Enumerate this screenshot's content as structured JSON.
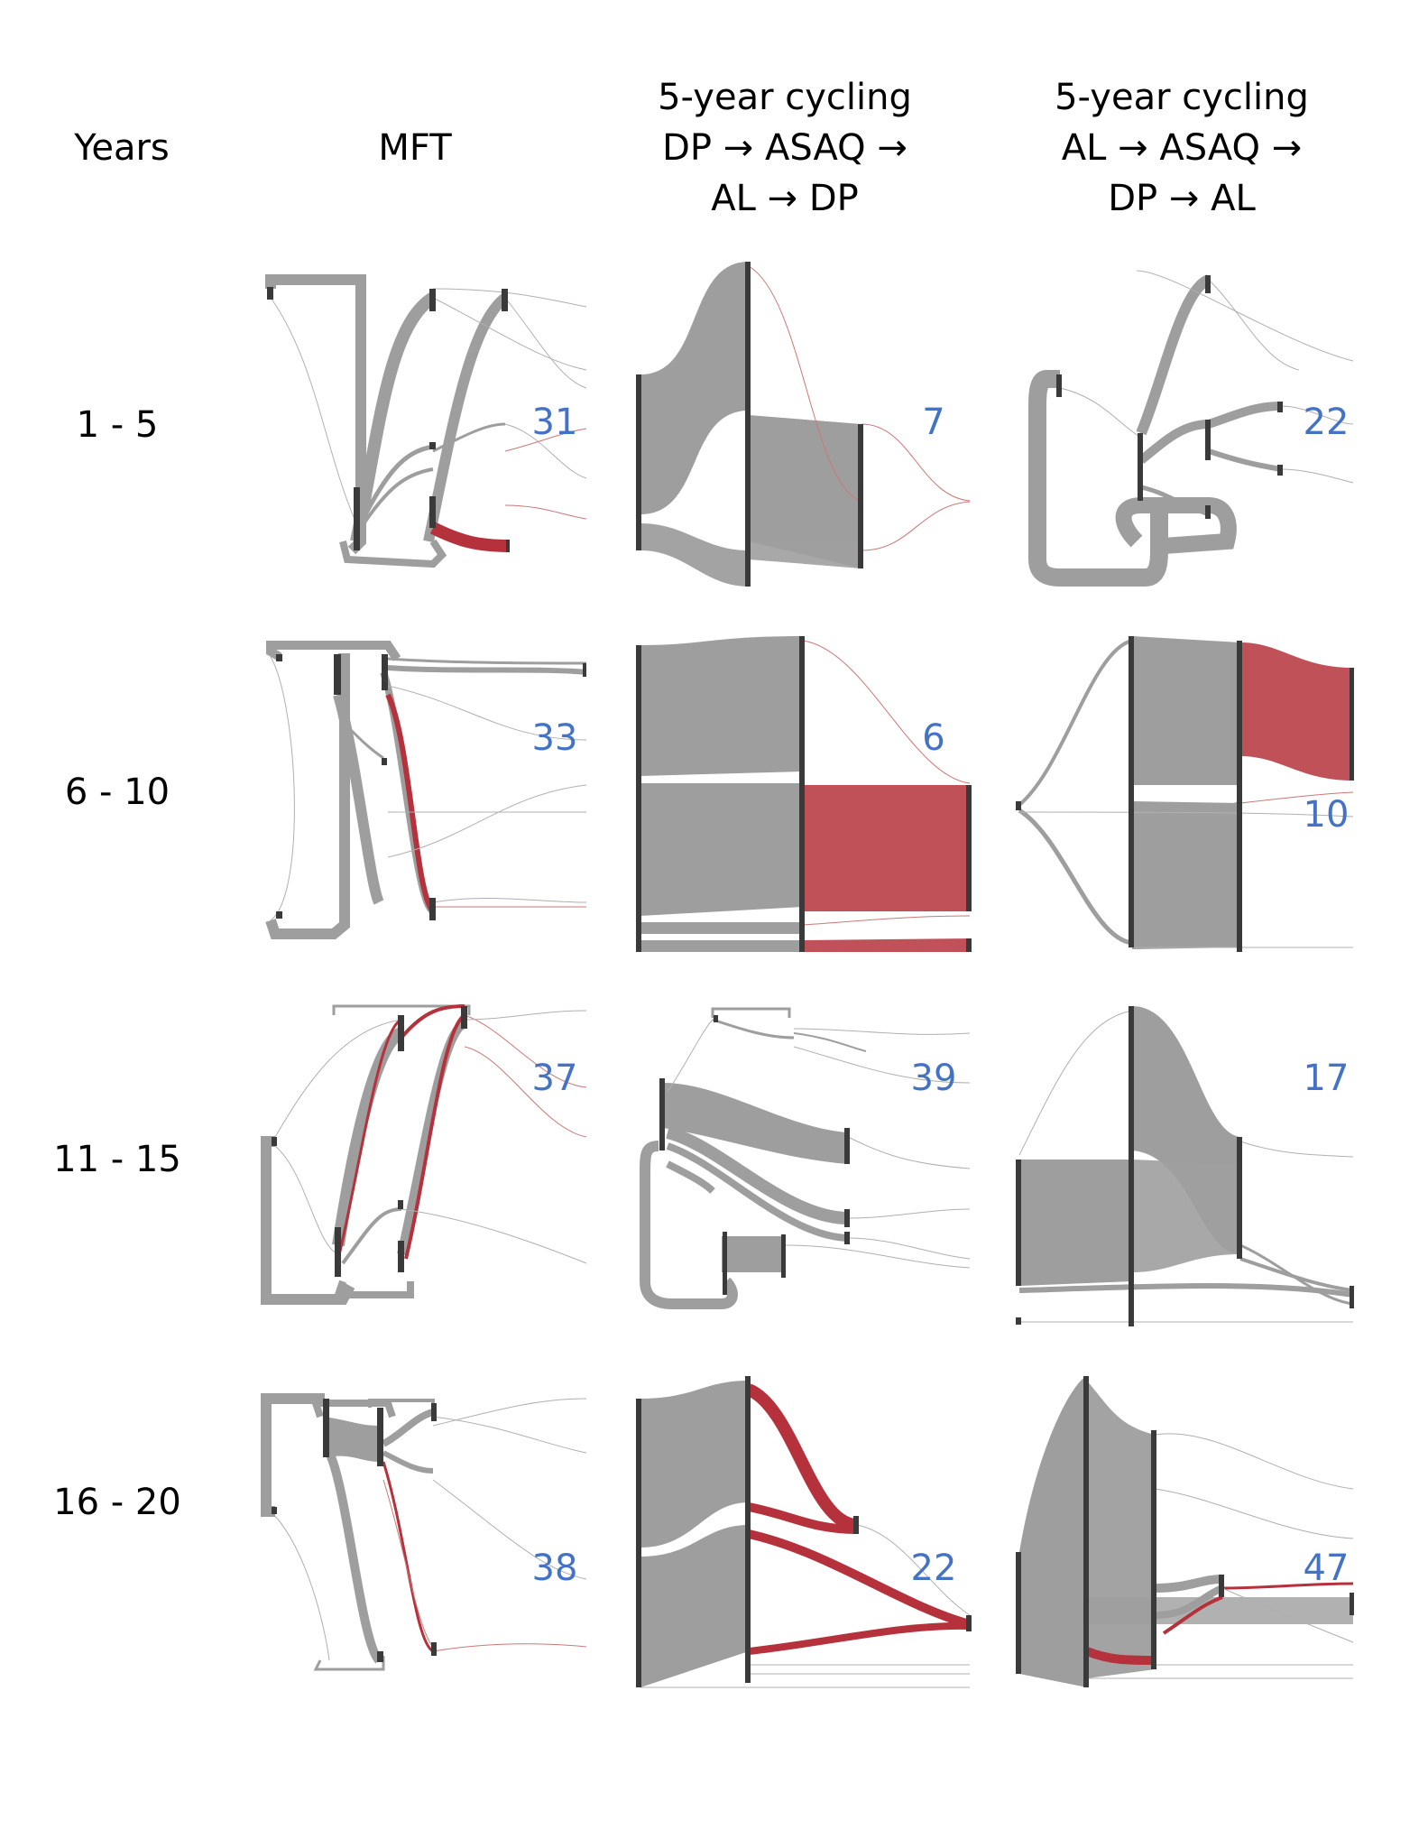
{
  "headers": {
    "years": "Years",
    "mft": "MFT",
    "cycling_a": [
      "5-year cycling",
      "DP → ASAQ →",
      "AL → DP"
    ],
    "cycling_b": [
      "5-year cycling",
      "AL → ASAQ →",
      "DP → AL"
    ]
  },
  "rows": [
    {
      "label": "1 - 5",
      "counts": [
        "31",
        "7",
        "22"
      ]
    },
    {
      "label": "6 - 10",
      "counts": [
        "33",
        "6",
        "10"
      ]
    },
    {
      "label": "11 - 15",
      "counts": [
        "37",
        "39",
        "17"
      ]
    },
    {
      "label": "16 - 20",
      "counts": [
        "38",
        "22",
        "47"
      ]
    }
  ],
  "colors": {
    "flow_gray": "#9e9e9e",
    "flow_red": "#b5323c",
    "node": "#3a3a3a",
    "count": "#4472c4"
  }
}
